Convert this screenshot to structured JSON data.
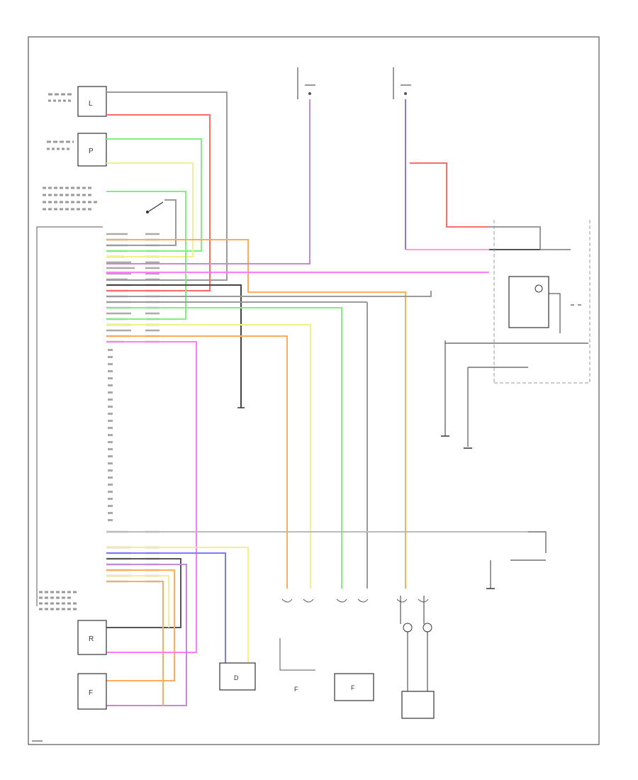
{
  "components": {
    "left_rear_sensor": {
      "symbol": "L"
    },
    "passenger_sensor": {
      "symbol": "P"
    },
    "right_rear_sensor": {
      "symbol": "R"
    },
    "front_sensor": {
      "symbol": "F"
    },
    "driver_front_sensor": {
      "symbol": "D"
    },
    "left_front_sensor": {
      "symbol": "F"
    },
    "right_front_sensor": {
      "symbol": "F"
    }
  },
  "colors": {
    "frame": "#555555",
    "pink": "#ff9fd0",
    "red": "#ff6a6a",
    "green": "#7df07d",
    "yellow": "#f3f08a",
    "purple": "#c38ad8",
    "magenta": "#ff7cff",
    "orange": "#ffab5c",
    "blue": "#7a7aff",
    "gray": "#9a9a9a",
    "dark": "#333333"
  }
}
